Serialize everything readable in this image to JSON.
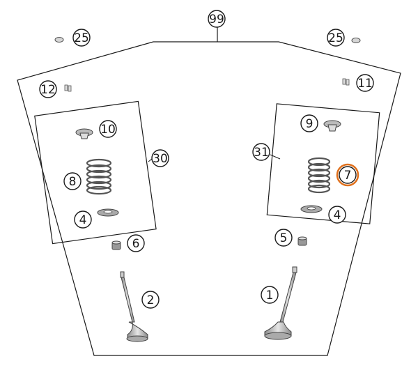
{
  "diagram": {
    "callouts": [
      {
        "id": "c99",
        "label": "99"
      },
      {
        "id": "c25a",
        "label": "25"
      },
      {
        "id": "c25b",
        "label": "25"
      },
      {
        "id": "c12",
        "label": "12"
      },
      {
        "id": "c11",
        "label": "11"
      },
      {
        "id": "c10",
        "label": "10"
      },
      {
        "id": "c9",
        "label": "9"
      },
      {
        "id": "c30",
        "label": "30"
      },
      {
        "id": "c31",
        "label": "31"
      },
      {
        "id": "c8",
        "label": "8"
      },
      {
        "id": "c7",
        "label": "7",
        "highlight": true
      },
      {
        "id": "c4a",
        "label": "4"
      },
      {
        "id": "c4b",
        "label": "4"
      },
      {
        "id": "c6",
        "label": "6"
      },
      {
        "id": "c5",
        "label": "5"
      },
      {
        "id": "c2",
        "label": "2"
      },
      {
        "id": "c1",
        "label": "1"
      }
    ],
    "colors": {
      "line": "#1a1a1a",
      "highlight": "#e0701c",
      "part_fill": "#d9d9d9",
      "part_dark": "#9a9a9a"
    }
  }
}
